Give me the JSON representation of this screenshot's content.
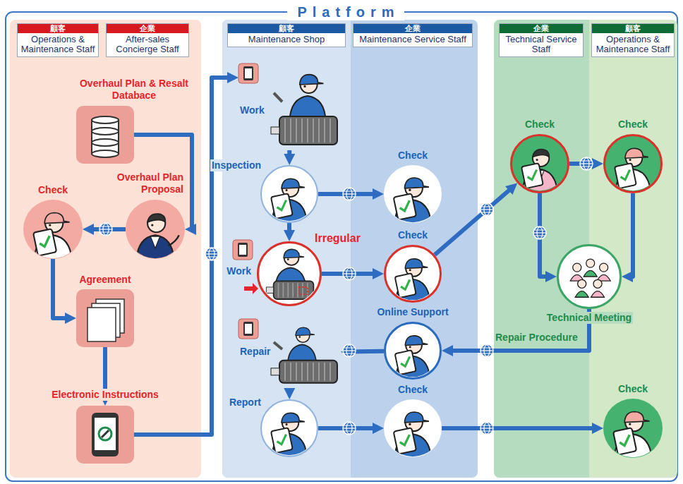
{
  "diagram": {
    "title": "Platform",
    "nodes": [
      {
        "text": [
          "顧客",
          "Operations & Maintenance Staff"
        ]
      },
      {
        "text": [
          "企業",
          "After-sales Concierge Staff"
        ]
      },
      {
        "text": [
          "顧客",
          "Maintenance Shop"
        ]
      },
      {
        "text": [
          "企業",
          "Maintenance Service Staff"
        ]
      },
      {
        "text": [
          "企業",
          "Technical Service Staff"
        ]
      },
      {
        "text": [
          "顧客",
          "Operations & Maintenance Staff"
        ]
      },
      {
        "text": [
          "Overhaul Plan & Resalt Databace"
        ]
      },
      {
        "text": [
          "Overhaul Plan Proposal"
        ]
      },
      {
        "text": [
          "Check"
        ]
      },
      {
        "text": [
          "Agreement"
        ]
      },
      {
        "text": [
          "Electronic Instructions"
        ]
      },
      {
        "text": [
          "Work"
        ]
      },
      {
        "text": [
          "Inspection"
        ]
      },
      {
        "text": [
          "Check"
        ]
      },
      {
        "text": [
          "Work",
          "Irregular"
        ]
      },
      {
        "text": [
          "Check"
        ]
      },
      {
        "text": [
          "Online Support"
        ]
      },
      {
        "text": [
          "Repair"
        ]
      },
      {
        "text": [
          "Report"
        ]
      },
      {
        "text": [
          "Check"
        ]
      },
      {
        "text": [
          "Check"
        ]
      },
      {
        "text": [
          "Check"
        ]
      },
      {
        "text": [
          "Technical Meeting"
        ]
      },
      {
        "text": [
          "Check"
        ]
      }
    ],
    "edges": [
      {
        "from": 6,
        "to": 7,
        "arrow": "to"
      },
      {
        "from": 7,
        "to": 8,
        "arrow": "to"
      },
      {
        "from": 8,
        "to": 9,
        "arrow": "to"
      },
      {
        "from": 9,
        "to": 10,
        "arrow": "to"
      },
      {
        "from": 10,
        "to": 11,
        "arrow": "to"
      },
      {
        "from": 11,
        "to": 12,
        "arrow": "to"
      },
      {
        "from": 12,
        "to": 13,
        "arrow": "to"
      },
      {
        "from": 12,
        "to": 14,
        "arrow": "to"
      },
      {
        "from": 14,
        "to": 15,
        "arrow": "to"
      },
      {
        "from": 15,
        "to": 20,
        "arrow": "to"
      },
      {
        "from": 20,
        "to": 21,
        "arrow": "to"
      },
      {
        "from": 20,
        "to": 22,
        "arrow": "to"
      },
      {
        "from": 21,
        "to": 22,
        "arrow": "to"
      },
      {
        "from": 22,
        "to": 16,
        "label": "Repair Procedure",
        "arrow": "to"
      },
      {
        "from": 16,
        "to": 17,
        "arrow": "to"
      },
      {
        "from": 17,
        "to": 18,
        "arrow": "to"
      },
      {
        "from": 18,
        "to": 19,
        "arrow": "to"
      },
      {
        "from": 19,
        "to": 23,
        "arrow": "to"
      }
    ]
  }
}
